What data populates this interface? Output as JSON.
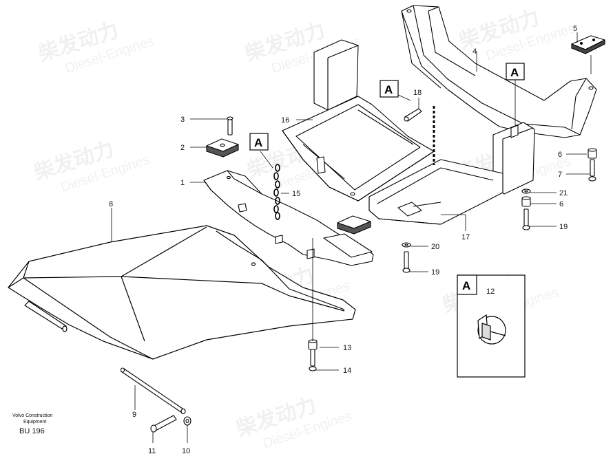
{
  "diagram": {
    "watermark": {
      "brand_cn": "柴发动力",
      "brand_en": "Diesel-Engines"
    },
    "detail_marker": "A",
    "callouts": {
      "c1": "1",
      "c2": "2",
      "c3": "3",
      "c4": "4",
      "c5": "5",
      "c6a": "6",
      "c6b": "6",
      "c7": "7",
      "c8": "8",
      "c9": "9",
      "c10": "10",
      "c11": "11",
      "c12": "12",
      "c13": "13",
      "c14": "14",
      "c15": "15",
      "c16": "16",
      "c17": "17",
      "c18": "18",
      "c19a": "19",
      "c19b": "19",
      "c20": "20",
      "c21": "21"
    },
    "footer": {
      "maker_line1": "Volvo Construction",
      "maker_line2": "Equipment",
      "code": "BU 196"
    }
  }
}
